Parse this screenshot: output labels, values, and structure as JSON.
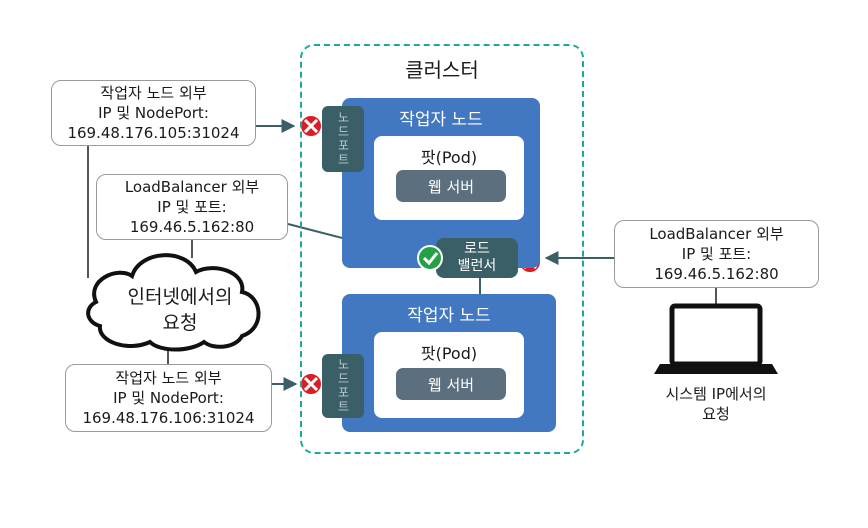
{
  "cluster": {
    "title": "클러스터"
  },
  "worker_nodes": [
    {
      "title": "작업자 노드",
      "pod_title": "팟(Pod)",
      "web_server": "웹 서버",
      "nodeport_label": "노드포트"
    },
    {
      "title": "작업자 노드",
      "pod_title": "팟(Pod)",
      "web_server": "웹 서버",
      "nodeport_label": "노드포트"
    }
  ],
  "load_balancer": {
    "line1": "로드",
    "line2": "밸런서"
  },
  "callouts": {
    "nodeport_top": {
      "line1": "작업자 노드 외부",
      "line2": "IP 및 NodePort:",
      "line3": "169.48.176.105:31024"
    },
    "lb_left": {
      "line1": "LoadBalancer 외부",
      "line2": "IP 및 포트:",
      "line3": "169.46.5.162:80"
    },
    "nodeport_bottom": {
      "line1": "작업자 노드 외부",
      "line2": "IP 및 NodePort:",
      "line3": "169.48.176.106:31024"
    },
    "lb_right": {
      "line1": "LoadBalancer 외부",
      "line2": "IP 및 포트:",
      "line3": "169.46.5.162:80"
    }
  },
  "internet": {
    "line1": "인터넷에서의",
    "line2": "요청"
  },
  "system": {
    "line1": "시스템 IP에서의",
    "line2": "요청"
  },
  "colors": {
    "worker": "#4277c2",
    "nodeport": "#3b5f66",
    "web_server": "#5c6f7e",
    "cluster_border": "#1fa899",
    "blocked": "#da1e28",
    "allowed": "#24a148"
  }
}
